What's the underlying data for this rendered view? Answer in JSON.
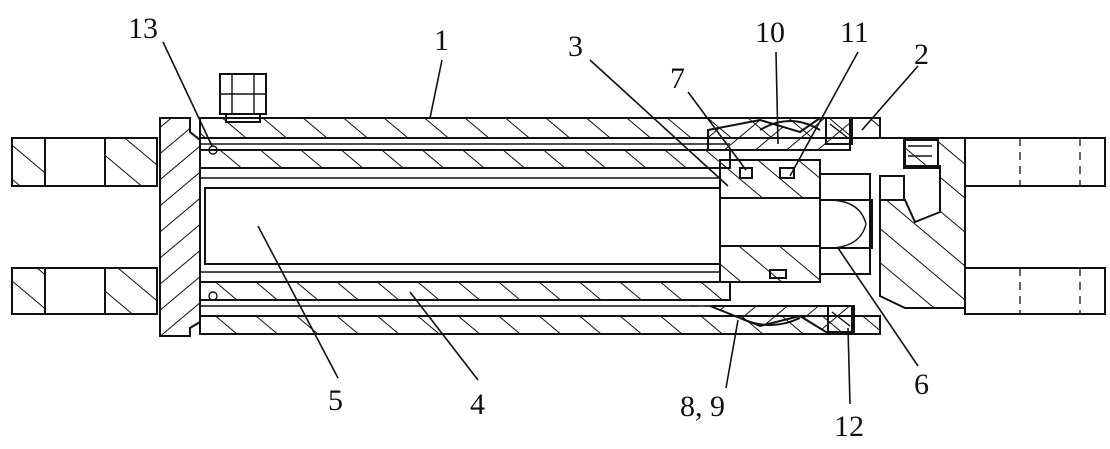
{
  "callouts": [
    "1",
    "2",
    "3",
    "4",
    "5",
    "6",
    "7",
    "8, 9",
    "10",
    "11",
    "12",
    "13"
  ],
  "colors": {
    "ink": "#111111",
    "paper": "#ffffff"
  }
}
